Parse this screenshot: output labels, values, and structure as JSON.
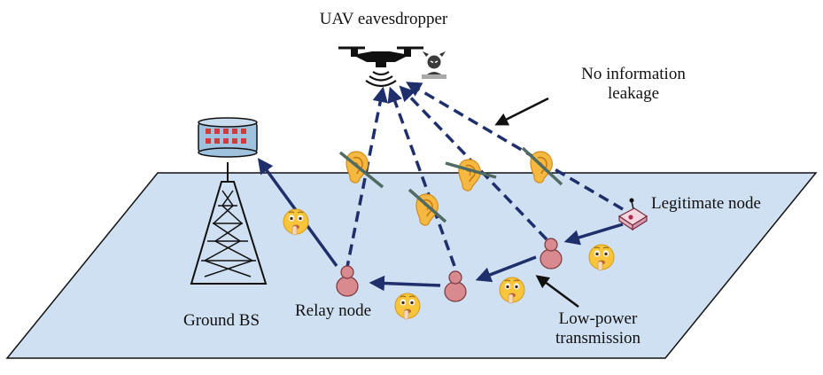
{
  "labels": {
    "uav": "UAV eavesdropper",
    "no_leak_line1": "No information",
    "no_leak_line2": "leakage",
    "legit": "Legitimate node",
    "low_power_line1": "Low-power",
    "low_power_line2": "transmission",
    "relay": "Relay node",
    "ground_bs": "Ground BS"
  },
  "colors": {
    "ground_plane": "#cfe0f2",
    "arrow": "#1f2f6b",
    "ear": "#f5b942",
    "blocker": "#4f6b63",
    "person": "#d98a8f",
    "tower": "#111111",
    "bs_top": "#9fc2df",
    "bs_windows": "#d23b3b"
  },
  "icons": {
    "uav": "drone-icon",
    "eavesdropper": "devil-hacker-icon",
    "ear": "ear-icon",
    "emoji": "shushing-face-icon",
    "relay": "person-icon",
    "legit": "router-icon",
    "bs": "cell-tower-icon"
  }
}
